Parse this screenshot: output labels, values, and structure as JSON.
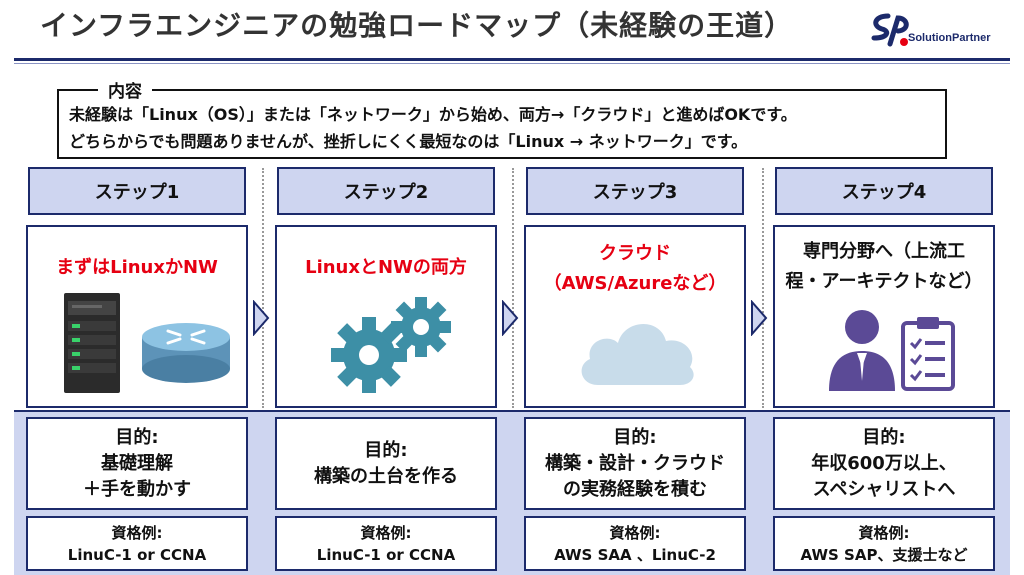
{
  "header": {
    "title": "インフラエンジニアの勉強ロードマップ（未経験の王道）",
    "logo_text": "SolutionPartner"
  },
  "content": {
    "label": "内容",
    "line1": "未経験は「Linux（OS）」または「ネットワーク」から始め、両方→「クラウド」と進めばOKです。",
    "line2": "どちらからでも問題ありませんが、挫折しにくく最短なのは「Linux → ネットワーク」です。"
  },
  "steps": [
    {
      "label": "ステップ1",
      "title_lines": [
        "まずはLinuxかNW"
      ],
      "goal_label": "目的:",
      "goal_lines": [
        "基礎理解",
        "＋手を動かす"
      ],
      "qual_label": "資格例:",
      "qual_text": "LinuC-1 or CCNA"
    },
    {
      "label": "ステップ2",
      "title_lines": [
        "LinuxとNWの両方"
      ],
      "goal_label": "目的:",
      "goal_lines": [
        "構築の土台を作る"
      ],
      "qual_label": "資格例:",
      "qual_text": "LinuC-1 or CCNA"
    },
    {
      "label": "ステップ3",
      "title_lines": [
        "クラウド",
        "（AWS/Azureなど）"
      ],
      "goal_label": "目的:",
      "goal_lines": [
        "構築・設計・クラウド",
        "の実務経験を積む"
      ],
      "qual_label": "資格例:",
      "qual_text": "AWS SAA 、LinuC-2"
    },
    {
      "label": "ステップ4",
      "title_lines": [
        "専門分野へ（上流工",
        "程・アーキテクトなど）"
      ],
      "goal_label": "目的:",
      "goal_lines": [
        "年収600万以上、",
        "スペシャリストへ"
      ],
      "qual_label": "資格例:",
      "qual_text": "AWS SAP、支援士など"
    }
  ],
  "icons": {
    "step1": [
      "server-icon",
      "router-icon"
    ],
    "step2": [
      "gears-icon"
    ],
    "step3": [
      "cloud-icon"
    ],
    "step4": [
      "person-icon",
      "checklist-icon"
    ]
  },
  "colors": {
    "navy": "#1c2a6b",
    "step_fill": "#ced5f0",
    "accent_red": "#e60012",
    "icon_teal": "#3d8fa6",
    "icon_purple": "#5b4a96"
  }
}
